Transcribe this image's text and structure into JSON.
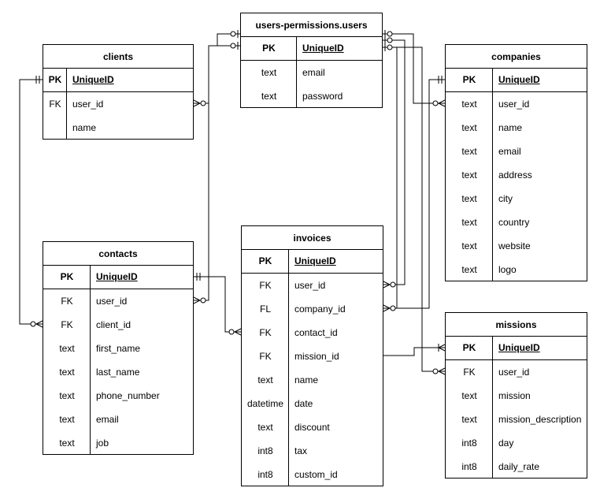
{
  "entities": {
    "users": {
      "title": "users-permissions.users",
      "rows": [
        {
          "type": "PK",
          "name": "UniqueID"
        },
        {
          "type": "text",
          "name": "email"
        },
        {
          "type": "text",
          "name": "password"
        }
      ]
    },
    "clients": {
      "title": "clients",
      "rows": [
        {
          "type": "PK",
          "name": "UniqueID"
        },
        {
          "type": "FK",
          "name": "user_id"
        },
        {
          "type": "",
          "name": "name"
        }
      ]
    },
    "companies": {
      "title": "companies",
      "rows": [
        {
          "type": "PK",
          "name": "UniqueID"
        },
        {
          "type": "text",
          "name": "user_id"
        },
        {
          "type": "text",
          "name": "name"
        },
        {
          "type": "text",
          "name": "email"
        },
        {
          "type": "text",
          "name": "address"
        },
        {
          "type": "text",
          "name": "city"
        },
        {
          "type": "text",
          "name": "country"
        },
        {
          "type": "text",
          "name": "website"
        },
        {
          "type": "text",
          "name": "logo"
        }
      ]
    },
    "contacts": {
      "title": "contacts",
      "rows": [
        {
          "type": "PK",
          "name": "UniqueID"
        },
        {
          "type": "FK",
          "name": "user_id"
        },
        {
          "type": "FK",
          "name": "client_id"
        },
        {
          "type": "text",
          "name": "first_name"
        },
        {
          "type": "text",
          "name": "last_name"
        },
        {
          "type": "text",
          "name": "phone_number"
        },
        {
          "type": "text",
          "name": "email"
        },
        {
          "type": "text",
          "name": "job"
        }
      ]
    },
    "invoices": {
      "title": "invoices",
      "rows": [
        {
          "type": "PK",
          "name": "UniqueID"
        },
        {
          "type": "FK",
          "name": "user_id"
        },
        {
          "type": "FL",
          "name": "company_id"
        },
        {
          "type": "FK",
          "name": "contact_id"
        },
        {
          "type": "FK",
          "name": "mission_id"
        },
        {
          "type": "text",
          "name": "name"
        },
        {
          "type": "datetime",
          "name": "date"
        },
        {
          "type": "text",
          "name": "discount"
        },
        {
          "type": "int8",
          "name": "tax"
        },
        {
          "type": "int8",
          "name": "custom_id"
        }
      ]
    },
    "missions": {
      "title": "missions",
      "rows": [
        {
          "type": "PK",
          "name": "UniqueID"
        },
        {
          "type": "FK",
          "name": "user_id"
        },
        {
          "type": "text",
          "name": "mission"
        },
        {
          "type": "text",
          "name": "mission_description"
        },
        {
          "type": "int8",
          "name": "day"
        },
        {
          "type": "int8",
          "name": "daily_rate"
        }
      ]
    }
  }
}
